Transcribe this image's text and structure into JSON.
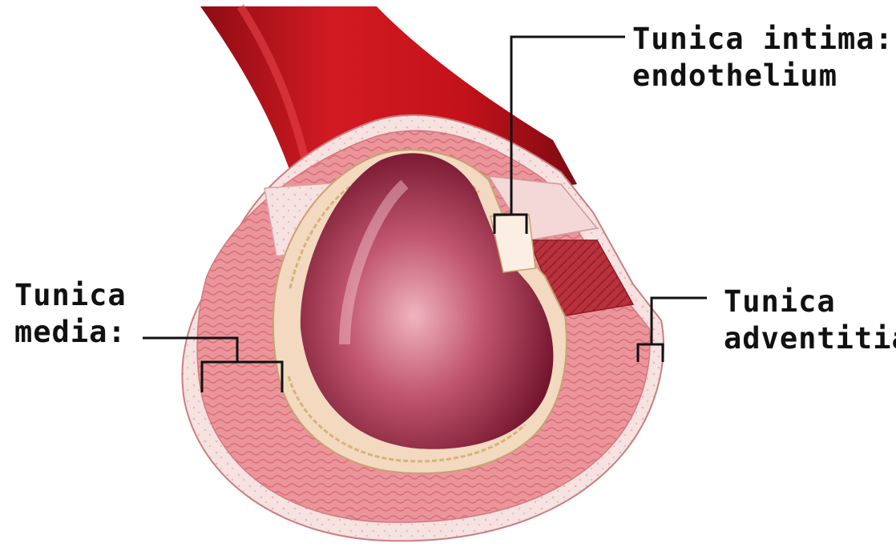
{
  "labels": {
    "intima": {
      "line1": "Tunica intima:",
      "line2": "endothelium"
    },
    "media": {
      "line1": "Tunica",
      "line2": "media:"
    },
    "adventitia": {
      "line1": "Tunica",
      "line2": "adventitia"
    }
  },
  "colors": {
    "vessel_red": "#c8141c",
    "vessel_dark": "#8e0c14",
    "media_pink": "#e98d93",
    "intima_cream": "#f3dcc4",
    "adventitia_pale": "#f7e4df",
    "lumen_dark": "#7a1630",
    "leader_line": "#111111"
  }
}
